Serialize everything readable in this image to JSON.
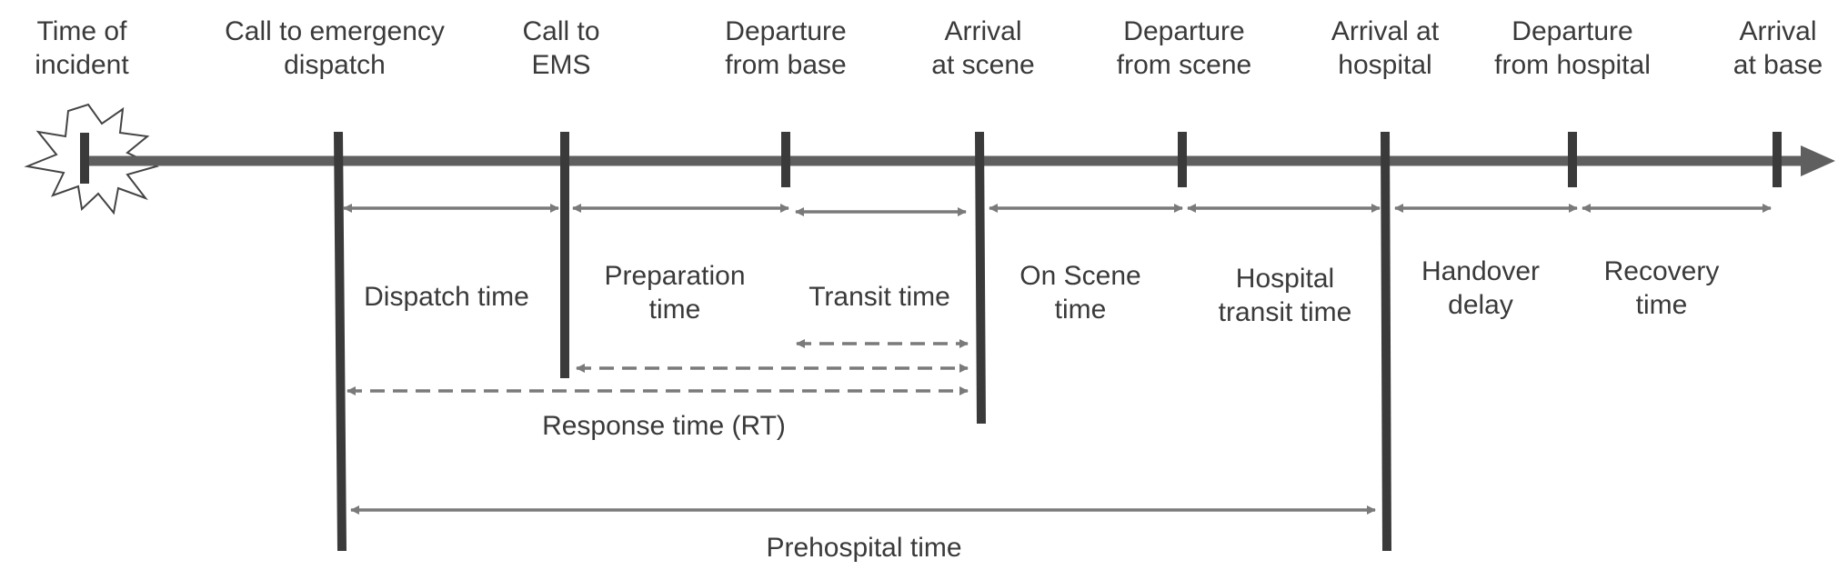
{
  "events": [
    {
      "id": "incident",
      "line1": "Time of",
      "line2": "incident"
    },
    {
      "id": "call-dispatch",
      "line1": "Call to emergency",
      "line2": "dispatch"
    },
    {
      "id": "call-ems",
      "line1": "Call to",
      "line2": "EMS"
    },
    {
      "id": "departure-base",
      "line1": "Departure",
      "line2": "from base"
    },
    {
      "id": "arrival-scene",
      "line1": "Arrival",
      "line2": "at scene"
    },
    {
      "id": "departure-scene",
      "line1": "Departure",
      "line2": "from scene"
    },
    {
      "id": "arrival-hospital",
      "line1": "Arrival at",
      "line2": "hospital"
    },
    {
      "id": "departure-hospital",
      "line1": "Departure",
      "line2": "from hospital"
    },
    {
      "id": "arrival-base",
      "line1": "Arrival",
      "line2": "at base"
    }
  ],
  "intervals": {
    "dispatch": {
      "line1": "Dispatch time"
    },
    "preparation": {
      "line1": "Preparation",
      "line2": "time"
    },
    "transit": {
      "line1": "Transit time"
    },
    "on_scene": {
      "line1": "On Scene",
      "line2": "time"
    },
    "hospital_transit": {
      "line1": "Hospital",
      "line2": "transit time"
    },
    "handover": {
      "line1": "Handover",
      "line2": "delay"
    },
    "recovery": {
      "line1": "Recovery",
      "line2": "time"
    }
  },
  "spans": {
    "response_time": "Response time (RT)",
    "prehospital_time": "Prehospital time"
  },
  "colors": {
    "axis": "#5f5f5f",
    "marker": "#3a3a3a",
    "arrow": "#7a7a7a",
    "text": "#3a3a3a"
  }
}
